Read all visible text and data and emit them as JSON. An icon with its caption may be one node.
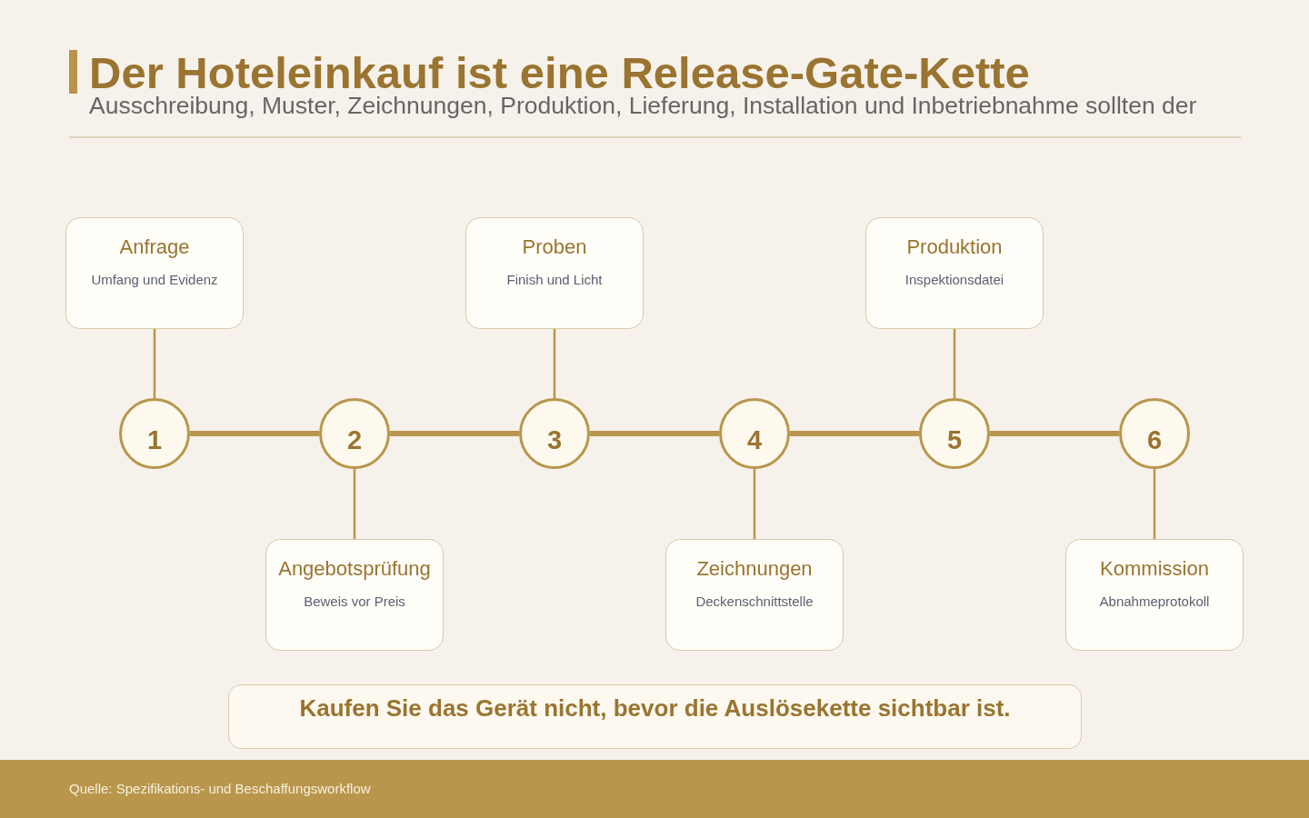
{
  "diagram": {
    "title": "Der Hoteleinkauf ist eine Release-Gate-Kette",
    "nodes": [
      {
        "text": [
          "Anfrage",
          "Umfang und Evidenz"
        ]
      },
      {
        "text": [
          "Proben",
          "Finish und Licht"
        ]
      },
      {
        "text": [
          "Produktion",
          "Inspektionsdatei"
        ]
      },
      {
        "text": [
          "1"
        ]
      },
      {
        "text": [
          "2"
        ]
      },
      {
        "text": [
          "3"
        ]
      },
      {
        "text": [
          "4"
        ]
      },
      {
        "text": [
          "5"
        ]
      },
      {
        "text": [
          "6"
        ]
      },
      {
        "text": [
          "Angebotsprüfung",
          "Beweis vor Preis"
        ]
      },
      {
        "text": [
          "Zeichnungen",
          "Deckenschnittstelle"
        ]
      },
      {
        "text": [
          "Kommission",
          "Abnahmeprotokoll"
        ]
      },
      {
        "text": [
          "Kaufen Sie das Gerät nicht, bevor die Auslösekette sichtbar ist."
        ]
      },
      {
        "text": [
          "Quelle: Spezifikations- und Beschaffungsworkflow"
        ]
      }
    ],
    "edges": [
      {
        "from": 0,
        "to": 3,
        "arrow": "none"
      },
      {
        "from": 1,
        "to": 5,
        "arrow": "none"
      },
      {
        "from": 2,
        "to": 7,
        "arrow": "none"
      },
      {
        "from": 3,
        "to": 4,
        "arrow": "none",
        "style": "thick"
      },
      {
        "from": 4,
        "to": 5,
        "arrow": "none",
        "style": "thick"
      },
      {
        "from": 5,
        "to": 6,
        "arrow": "none",
        "style": "thick"
      },
      {
        "from": 6,
        "to": 7,
        "arrow": "none",
        "style": "thick"
      },
      {
        "from": 7,
        "to": 8,
        "arrow": "none",
        "style": "thick"
      },
      {
        "from": 9,
        "to": 4,
        "arrow": "none"
      },
      {
        "from": 10,
        "to": 6,
        "arrow": "none"
      },
      {
        "from": 11,
        "to": 8,
        "arrow": "none"
      }
    ],
    "labels": [
      "Ausschreibung, Muster, Zeichnungen, Produktion, Lieferung, Installation und Inbetriebnahme sollten der"
    ]
  }
}
